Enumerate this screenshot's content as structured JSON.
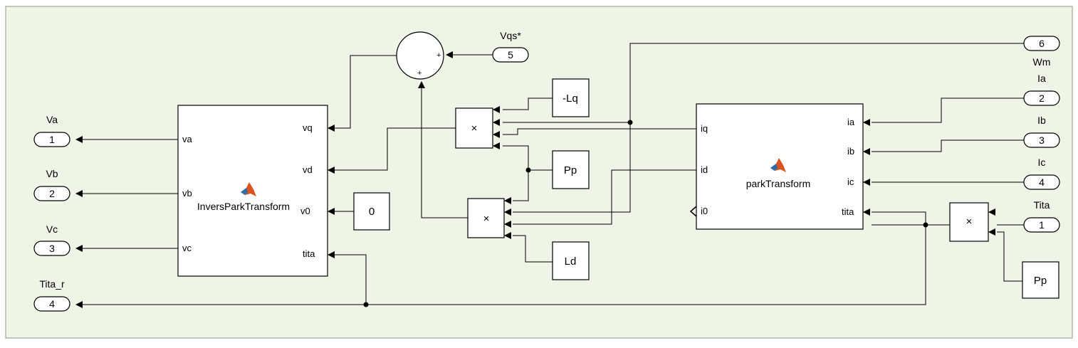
{
  "subsystem": {
    "background": "#eef4e6",
    "blocks": {
      "inv_park": {
        "name": "InversParkTransform",
        "ports_in": [
          "va",
          "vb",
          "v0",
          "vc",
          "tita"
        ],
        "ports_out": [
          "vq",
          "vd"
        ]
      },
      "park": {
        "name": "parkTransform",
        "ports_in": [
          "ia",
          "ib",
          "ic",
          "tita"
        ],
        "ports_out": [
          "iq",
          "id",
          "i0"
        ]
      },
      "const_zero": {
        "value": "0"
      },
      "gain_neg_lq": {
        "value": "-Lq"
      },
      "gain_pp_mid": {
        "value": "Pp"
      },
      "gain_ld": {
        "value": "Ld"
      },
      "gain_pp_right": {
        "value": "Pp"
      },
      "product_symbol": "×",
      "sum_signs": [
        "+",
        "+"
      ]
    },
    "inports": [
      {
        "num": "5",
        "label": "Vqs*"
      },
      {
        "num": "6",
        "label": "Wm"
      },
      {
        "num": "2",
        "label": "Ia"
      },
      {
        "num": "3",
        "label": "Ib"
      },
      {
        "num": "4",
        "label": "Ic"
      },
      {
        "num": "1",
        "label": "Tita"
      }
    ],
    "outports": [
      {
        "num": "1",
        "label": "Va"
      },
      {
        "num": "2",
        "label": "Vb"
      },
      {
        "num": "3",
        "label": "Vc"
      },
      {
        "num": "4",
        "label": "Tita_r"
      }
    ],
    "colors": {
      "canvas": "#eef4e6",
      "matlab_logo_orange": "#d9531e",
      "matlab_logo_blue": "#2b6ea8"
    }
  }
}
